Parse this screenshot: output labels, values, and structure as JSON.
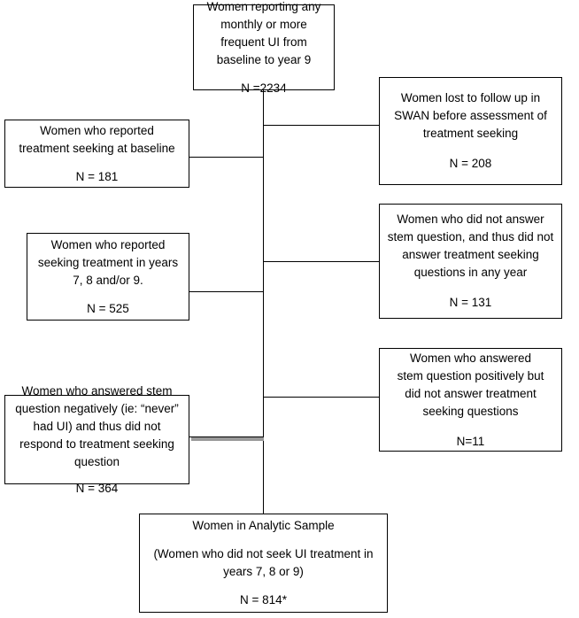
{
  "boxes": {
    "top": {
      "text": "Women reporting any monthly or more frequent UI from baseline to year 9",
      "n": "N =2234"
    },
    "lost": {
      "text": "Women lost to follow up in SWAN before assessment of treatment seeking",
      "n": "N = 208"
    },
    "baseline": {
      "text": "Women who reported treatment seeking at baseline",
      "n": "N = 181"
    },
    "no_answer_stem": {
      "text": "Women who did not answer stem question, and thus did not answer treatment seeking questions in any year",
      "n": "N = 131"
    },
    "years_789": {
      "text": "Women who reported seeking treatment in years 7, 8 and/or 9.",
      "n": "N = 525"
    },
    "positive_stem": {
      "text": "Women who answered stem question positively but did not answer treatment seeking questions",
      "n": "N=11"
    },
    "negative_stem": {
      "text": "Women who answered stem question negatively (ie: “never” had UI) and thus did not respond to treatment seeking question",
      "n": "N = 364"
    },
    "analytic": {
      "title": "Women in Analytic Sample",
      "text": "(Women who did not seek UI treatment in years 7, 8 or 9)",
      "n": "N =  814*"
    }
  }
}
